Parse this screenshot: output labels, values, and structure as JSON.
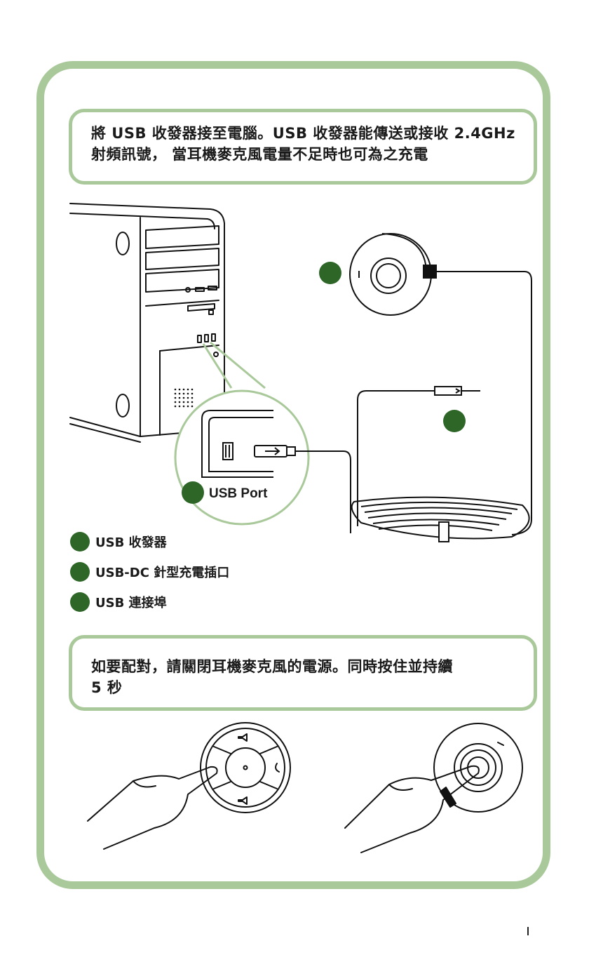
{
  "instruction_1": {
    "line1": "將 USB 收發器接至電腦。USB 收發器能傳送或接收 2.4GHz",
    "line2": "射頻訊號， 當耳機麥克風電量不足時也可為之充電"
  },
  "callout_label": "USB Port",
  "legend": [
    {
      "label": "USB 收發器"
    },
    {
      "label": "USB-DC 針型充電插口"
    },
    {
      "label": "USB 連接埠"
    }
  ],
  "instruction_2": {
    "line1": "如要配對，請關閉耳機麥克風的電源。同時按住並持續",
    "line2": "5 秒"
  },
  "colors": {
    "frame_green": "#a9c99a",
    "marker_green": "#2d6627"
  }
}
